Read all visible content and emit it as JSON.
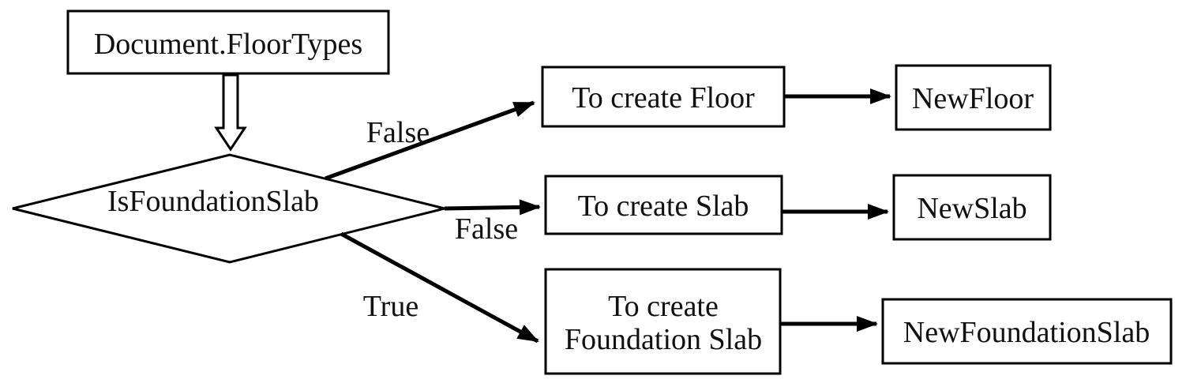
{
  "diagram": {
    "type": "flowchart",
    "colors": {
      "stroke": "#000000",
      "background": "#ffffff",
      "text": "#111111"
    },
    "nodes": {
      "source": {
        "label": "Document.FloorTypes",
        "shape": "rectangle"
      },
      "decision": {
        "label": "IsFoundationSlab",
        "shape": "diamond"
      },
      "process_floor": {
        "label": "To create Floor",
        "shape": "rectangle"
      },
      "process_slab": {
        "label": "To create Slab",
        "shape": "rectangle"
      },
      "process_foundation": {
        "line1": "To create",
        "line2": "Foundation Slab",
        "shape": "rectangle"
      },
      "result_floor": {
        "label": "NewFloor",
        "shape": "rectangle"
      },
      "result_slab": {
        "label": "NewSlab",
        "shape": "rectangle"
      },
      "result_foundation": {
        "label": "NewFoundationSlab",
        "shape": "rectangle"
      }
    },
    "edges": {
      "source_to_decision": {
        "label": "",
        "style": "hollow-block-arrow"
      },
      "decision_to_floor": {
        "label": "False"
      },
      "decision_to_slab": {
        "label": "False"
      },
      "decision_to_foundation": {
        "label": "True"
      },
      "floor_to_result": {
        "label": ""
      },
      "slab_to_result": {
        "label": ""
      },
      "foundation_to_result": {
        "label": ""
      }
    }
  }
}
